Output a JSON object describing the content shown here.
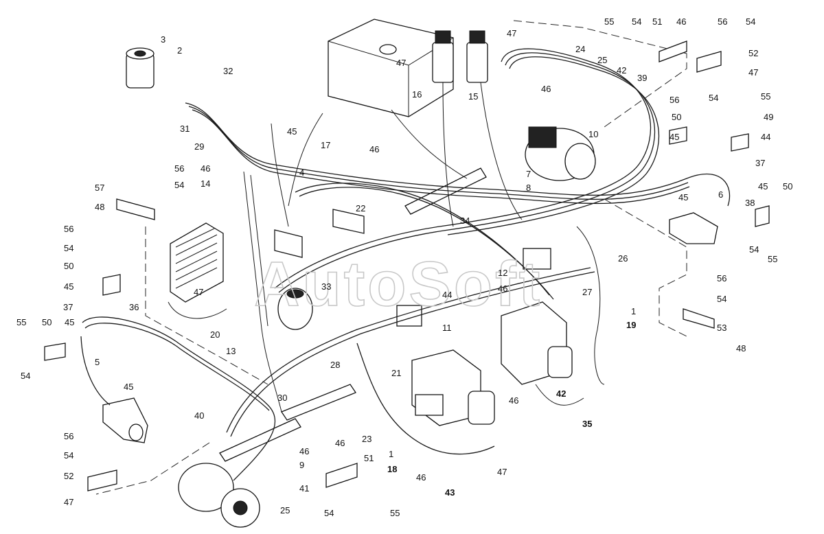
{
  "diagram": {
    "watermark": "AutoSoft",
    "labels": [
      {
        "id": "l3",
        "text": "3"
      },
      {
        "id": "l2",
        "text": "2"
      },
      {
        "id": "l32",
        "text": "32"
      },
      {
        "id": "l31",
        "text": "31"
      },
      {
        "id": "l29",
        "text": "29"
      },
      {
        "id": "l45a",
        "text": "45"
      },
      {
        "id": "l17",
        "text": "17"
      },
      {
        "id": "l46a",
        "text": "46"
      },
      {
        "id": "l47a",
        "text": "47"
      },
      {
        "id": "l16",
        "text": "16"
      },
      {
        "id": "l15",
        "text": "15"
      },
      {
        "id": "l47b",
        "text": "47"
      },
      {
        "id": "l24",
        "text": "24"
      },
      {
        "id": "l25",
        "text": "25"
      },
      {
        "id": "l42a",
        "text": "42"
      },
      {
        "id": "l39",
        "text": "39"
      },
      {
        "id": "l46b",
        "text": "46"
      },
      {
        "id": "l10",
        "text": "10"
      },
      {
        "id": "l55a",
        "text": "55"
      },
      {
        "id": "l54a",
        "text": "54"
      },
      {
        "id": "l51a",
        "text": "51"
      },
      {
        "id": "l46c",
        "text": "46"
      },
      {
        "id": "l56a",
        "text": "56"
      },
      {
        "id": "l54b",
        "text": "54"
      },
      {
        "id": "l52a",
        "text": "52"
      },
      {
        "id": "l47c",
        "text": "47"
      },
      {
        "id": "l56b",
        "text": "56"
      },
      {
        "id": "l54c",
        "text": "54"
      },
      {
        "id": "l55b",
        "text": "55"
      },
      {
        "id": "l50a",
        "text": "50"
      },
      {
        "id": "l49",
        "text": "49"
      },
      {
        "id": "l45b",
        "text": "45"
      },
      {
        "id": "l44a",
        "text": "44"
      },
      {
        "id": "l37a",
        "text": "37"
      },
      {
        "id": "l46d",
        "text": "46"
      },
      {
        "id": "l14",
        "text": "14"
      },
      {
        "id": "l4",
        "text": "4"
      },
      {
        "id": "l7",
        "text": "7"
      },
      {
        "id": "l8",
        "text": "8"
      },
      {
        "id": "l56c",
        "text": "56"
      },
      {
        "id": "l54d",
        "text": "54"
      },
      {
        "id": "l57",
        "text": "57"
      },
      {
        "id": "l48a",
        "text": "48"
      },
      {
        "id": "l22",
        "text": "22"
      },
      {
        "id": "l34",
        "text": "34"
      },
      {
        "id": "l45c",
        "text": "45"
      },
      {
        "id": "l6",
        "text": "6"
      },
      {
        "id": "l38",
        "text": "38"
      },
      {
        "id": "l45d",
        "text": "45"
      },
      {
        "id": "l50b",
        "text": "50"
      },
      {
        "id": "l54e",
        "text": "54"
      },
      {
        "id": "l55c",
        "text": "55"
      },
      {
        "id": "l56d",
        "text": "56"
      },
      {
        "id": "l54f",
        "text": "54"
      },
      {
        "id": "l50c",
        "text": "50"
      },
      {
        "id": "l45e",
        "text": "45"
      },
      {
        "id": "l26",
        "text": "26"
      },
      {
        "id": "l12",
        "text": "12"
      },
      {
        "id": "l46e",
        "text": "46"
      },
      {
        "id": "l33",
        "text": "33"
      },
      {
        "id": "l47d",
        "text": "47"
      },
      {
        "id": "l44b",
        "text": "44"
      },
      {
        "id": "l27",
        "text": "27"
      },
      {
        "id": "l56e",
        "text": "56"
      },
      {
        "id": "l54g",
        "text": "54"
      },
      {
        "id": "l53",
        "text": "53"
      },
      {
        "id": "l48b",
        "text": "48"
      },
      {
        "id": "l1a",
        "text": "1"
      },
      {
        "id": "l19",
        "text": "19"
      },
      {
        "id": "l36",
        "text": "36"
      },
      {
        "id": "l37b",
        "text": "37"
      },
      {
        "id": "l20",
        "text": "20"
      },
      {
        "id": "l11",
        "text": "11"
      },
      {
        "id": "l55d",
        "text": "55"
      },
      {
        "id": "l50d",
        "text": "50"
      },
      {
        "id": "l45f",
        "text": "45"
      },
      {
        "id": "l54h",
        "text": "54"
      },
      {
        "id": "l13",
        "text": "13"
      },
      {
        "id": "l28",
        "text": "28"
      },
      {
        "id": "l5",
        "text": "5"
      },
      {
        "id": "l45g",
        "text": "45"
      },
      {
        "id": "l21",
        "text": "21"
      },
      {
        "id": "l30",
        "text": "30"
      },
      {
        "id": "l46f",
        "text": "46"
      },
      {
        "id": "l42b",
        "text": "42"
      },
      {
        "id": "l35",
        "text": "35"
      },
      {
        "id": "l40",
        "text": "40"
      },
      {
        "id": "l23",
        "text": "23"
      },
      {
        "id": "l56f",
        "text": "56"
      },
      {
        "id": "l54i",
        "text": "54"
      },
      {
        "id": "l52b",
        "text": "52"
      },
      {
        "id": "l47e",
        "text": "47"
      },
      {
        "id": "l46g",
        "text": "46"
      },
      {
        "id": "l9",
        "text": "9"
      },
      {
        "id": "l41",
        "text": "41"
      },
      {
        "id": "l25b",
        "text": "25"
      },
      {
        "id": "l46h",
        "text": "46"
      },
      {
        "id": "l51b",
        "text": "51"
      },
      {
        "id": "l1b",
        "text": "1"
      },
      {
        "id": "l18",
        "text": "18"
      },
      {
        "id": "l46i",
        "text": "46"
      },
      {
        "id": "l47f",
        "text": "47"
      },
      {
        "id": "l43",
        "text": "43"
      },
      {
        "id": "l54j",
        "text": "54"
      },
      {
        "id": "l55e",
        "text": "55"
      }
    ]
  }
}
